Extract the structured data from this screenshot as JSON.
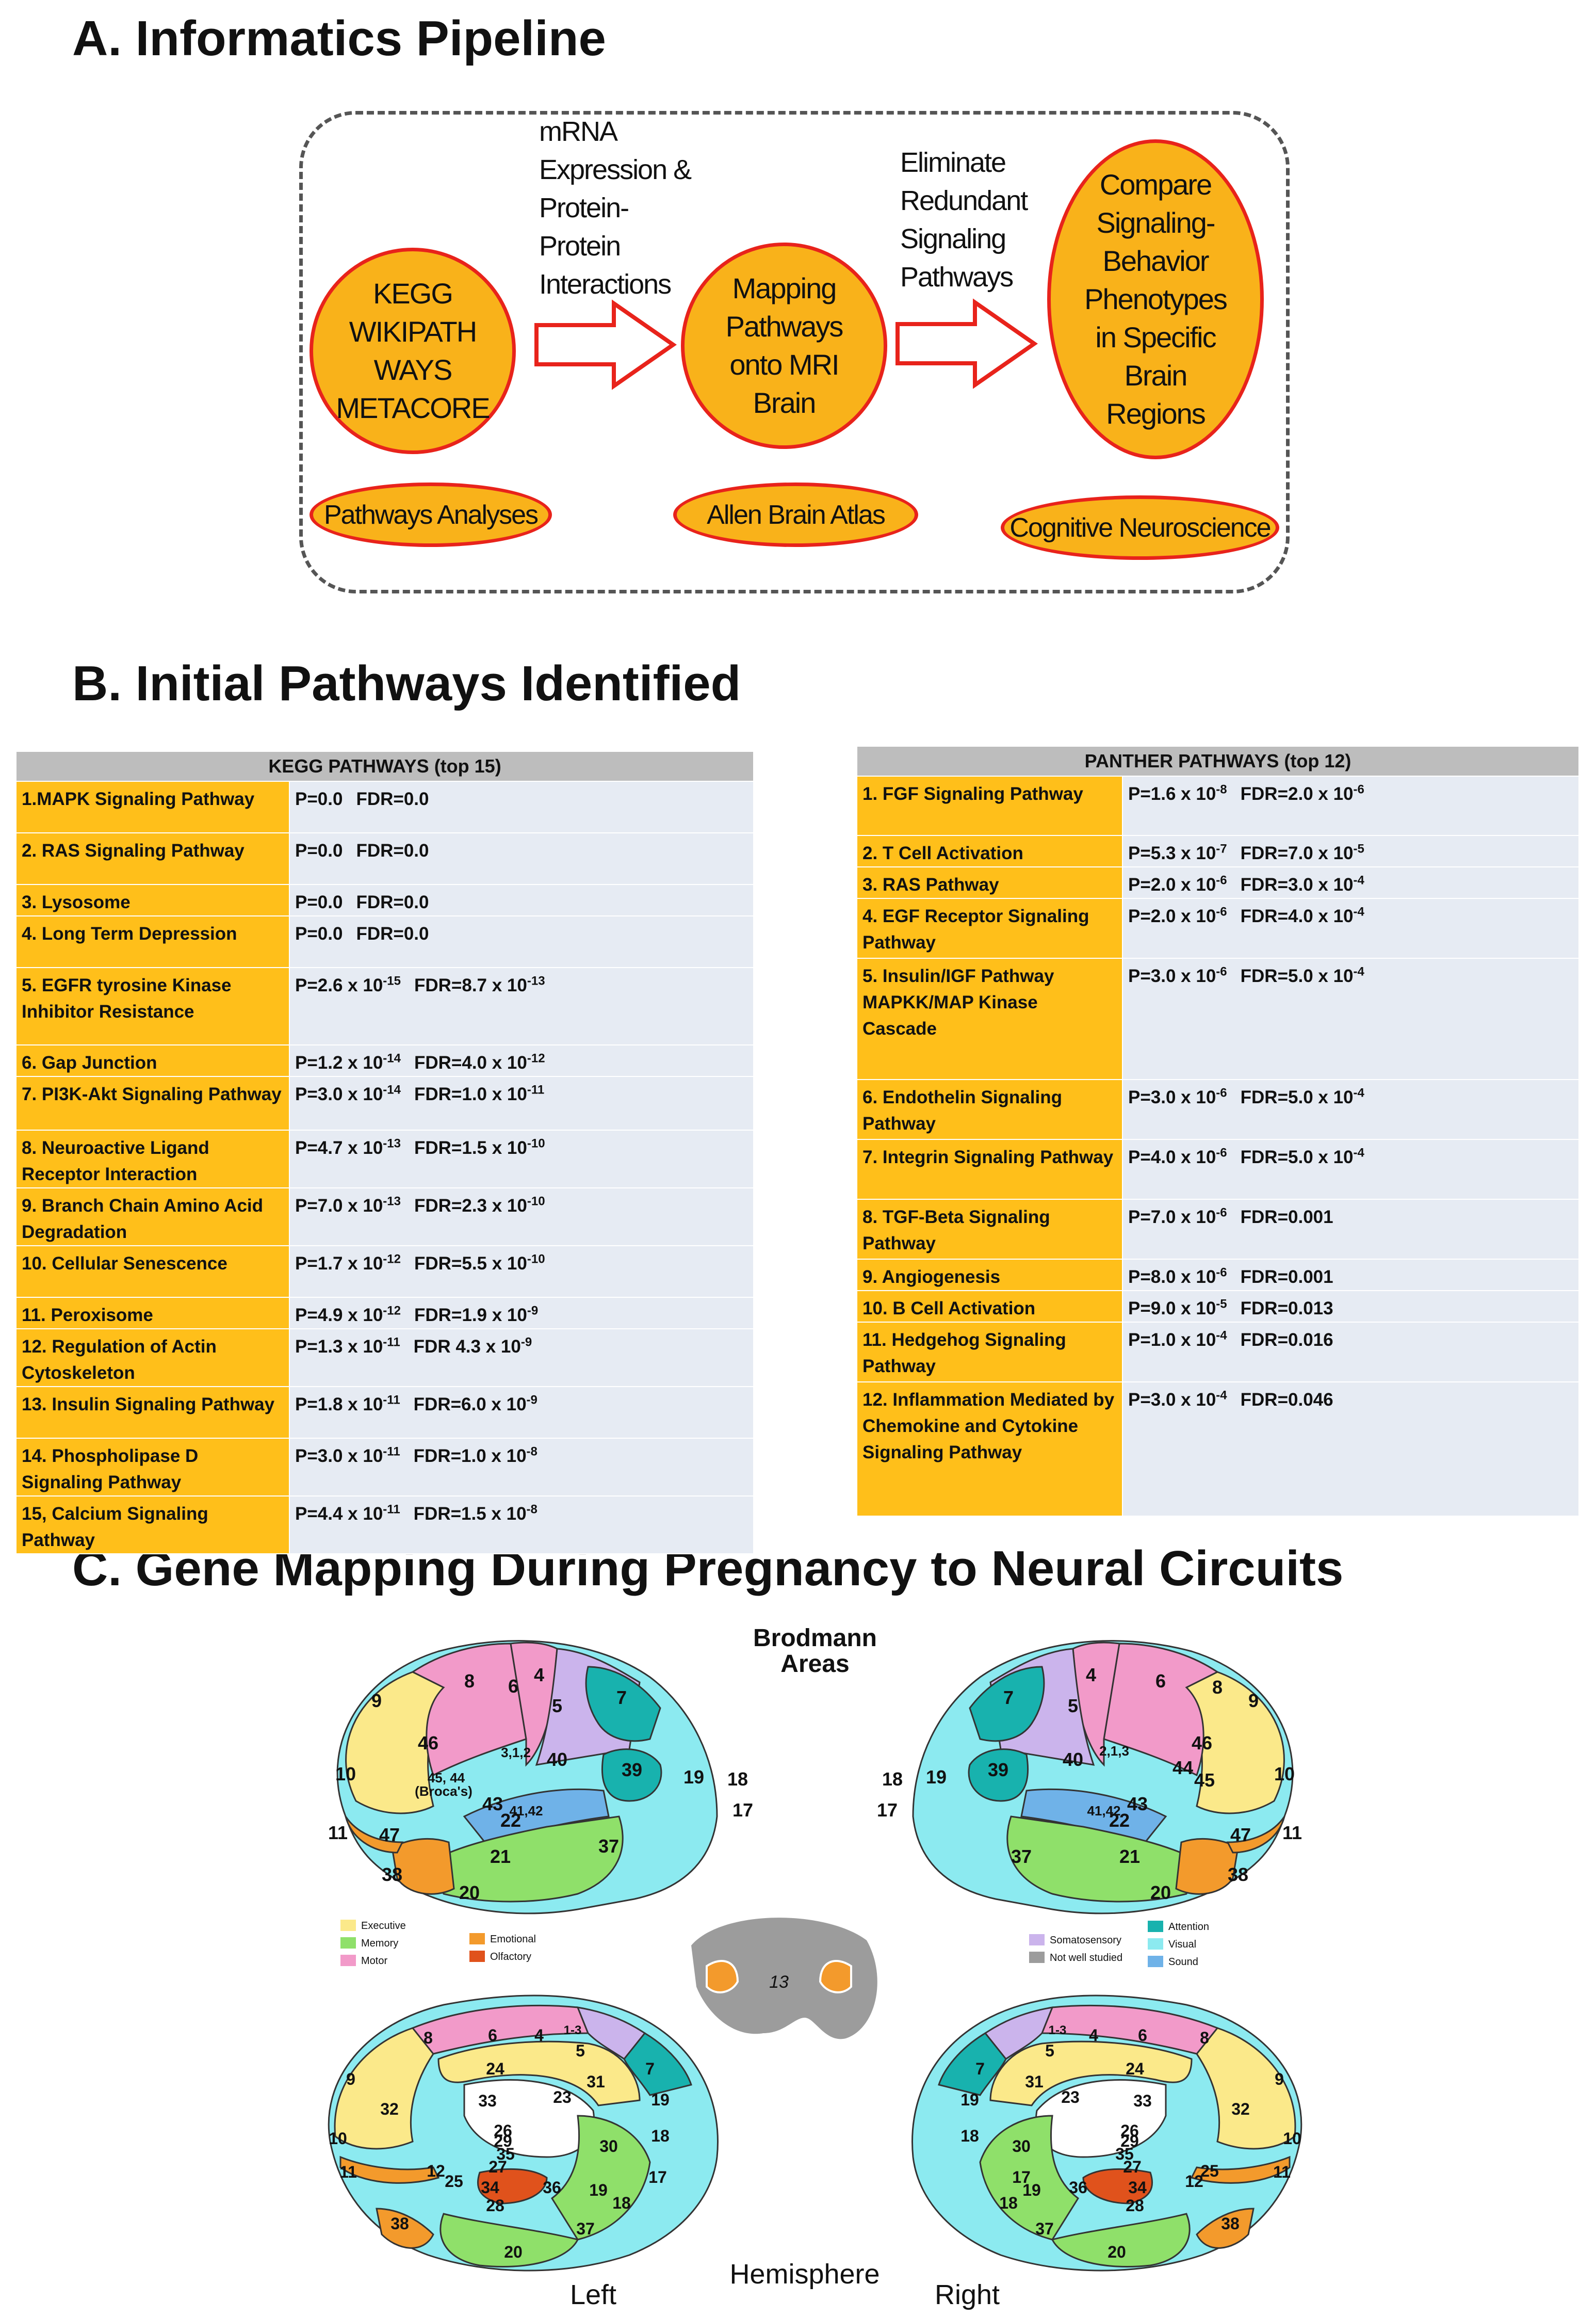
{
  "sections": {
    "a_title": "A. Informatics Pipeline",
    "b_title": "B. Initial Pathways Identified",
    "c_title": "C. Gene Mapping During Pregnancy to Neural Circuits"
  },
  "pipeline": {
    "node1": [
      "KEGG",
      "WIKIPATH",
      "WAYS",
      "METACORE"
    ],
    "arrow1": [
      "mRNA",
      "Expression &",
      "Protein-",
      "Protein",
      "Interactions"
    ],
    "node2": [
      "Mapping",
      "Pathways",
      "onto MRI",
      "Brain"
    ],
    "arrow2": [
      "Eliminate",
      "Redundant",
      "Signaling",
      "Pathways"
    ],
    "node3": [
      "Compare",
      "Signaling-",
      "Behavior",
      "Phenotypes",
      "in Specific",
      "Brain",
      "Regions"
    ],
    "labels": [
      "Pathways Analyses",
      "Allen Brain Atlas",
      "Cognitive Neuroscience"
    ],
    "colors": {
      "fill": "#f9b21a",
      "border": "#e8231b"
    }
  },
  "kegg": {
    "header": "KEGG PATHWAYS (top 15)",
    "rows": [
      {
        "name": "1.MAPK Signaling Pathway",
        "p": "P=0.0",
        "fdr": "FDR=0.0"
      },
      {
        "name": "2. RAS Signaling Pathway",
        "p": "P=0.0",
        "fdr": "FDR=0.0"
      },
      {
        "name": "3. Lysosome",
        "p": "P=0.0",
        "fdr": "FDR=0.0"
      },
      {
        "name": "4. Long Term Depression",
        "p": "P=0.0",
        "fdr": "FDR=0.0"
      },
      {
        "name": "5. EGFR tyrosine Kinase Inhibitor Resistance",
        "p": "P=2.6 x 10",
        "pe": "-15",
        "fdr": "FDR=8.7 x 10",
        "fe": "-13"
      },
      {
        "name": "6. Gap Junction",
        "p": "P=1.2 x 10",
        "pe": "-14",
        "fdr": "FDR=4.0 x 10",
        "fe": "-12"
      },
      {
        "name": "7. PI3K-Akt Signaling Pathway",
        "p": "P=3.0 x 10",
        "pe": "-14",
        "fdr": "FDR=1.0 x 10",
        "fe": "-11"
      },
      {
        "name": "8. Neuroactive Ligand Receptor Interaction",
        "p": "P=4.7 x 10",
        "pe": "-13",
        "fdr": "FDR=1.5 x 10",
        "fe": "-10"
      },
      {
        "name": "9. Branch Chain Amino Acid Degradation",
        "p": "P=7.0 x 10",
        "pe": "-13",
        "fdr": "FDR=2.3 x 10",
        "fe": "-10"
      },
      {
        "name": "10. Cellular Senescence",
        "p": "P=1.7 x 10",
        "pe": "-12",
        "fdr": "FDR=5.5 x 10",
        "fe": "-10"
      },
      {
        "name": "11. Peroxisome",
        "p": "P=4.9 x 10",
        "pe": "-12",
        "fdr": "FDR=1.9 x 10",
        "fe": "-9"
      },
      {
        "name": "12. Regulation of Actin Cytoskeleton",
        "p": "P=1.3 x 10",
        "pe": "-11",
        "fdr": "FDR 4.3 x 10",
        "fe": "-9"
      },
      {
        "name": "13. Insulin Signaling Pathway",
        "p": "P=1.8 x 10",
        "pe": "-11",
        "fdr": "FDR=6.0 x 10",
        "fe": "-9"
      },
      {
        "name": "14. Phospholipase D Signaling Pathway",
        "p": "P=3.0 x 10",
        "pe": "-11",
        "fdr": "FDR=1.0 x 10",
        "fe": "-8"
      },
      {
        "name": "15, Calcium Signaling Pathway",
        "p": "P=4.4 x 10",
        "pe": "-11",
        "fdr": "FDR=1.5 x 10",
        "fe": "-8"
      }
    ]
  },
  "panther": {
    "header": "PANTHER PATHWAYS (top 12)",
    "rows": [
      {
        "name": "1. FGF Signaling Pathway",
        "p": "P=1.6 x 10",
        "pe": "-8",
        "fdr": "FDR=2.0 x 10",
        "fe": "-6"
      },
      {
        "name": "2. T Cell Activation",
        "p": "P=5.3 x 10",
        "pe": "-7",
        "fdr": "FDR=7.0 x 10",
        "fe": "-5"
      },
      {
        "name": "3. RAS Pathway",
        "p": "P=2.0 x 10",
        "pe": "-6",
        "fdr": "FDR=3.0 x 10",
        "fe": "-4"
      },
      {
        "name": "4. EGF Receptor Signaling Pathway",
        "p": "P=2.0 x 10",
        "pe": "-6",
        "fdr": "FDR=4.0 x 10",
        "fe": "-4"
      },
      {
        "name": "5. Insulin/IGF Pathway MAPKK/MAP Kinase Cascade",
        "p": "P=3.0 x 10",
        "pe": "-6",
        "fdr": "FDR=5.0 x 10",
        "fe": "-4"
      },
      {
        "name": "6. Endothelin Signaling Pathway",
        "p": "P=3.0 x 10",
        "pe": "-6",
        "fdr": "FDR=5.0 x 10",
        "fe": "-4"
      },
      {
        "name": "7. Integrin Signaling Pathway",
        "p": "P=4.0 x 10",
        "pe": "-6",
        "fdr": "FDR=5.0 x 10",
        "fe": "-4"
      },
      {
        "name": "8. TGF-Beta Signaling Pathway",
        "p": "P=7.0 x 10",
        "pe": "-6",
        "fdr": "FDR=0.001"
      },
      {
        "name": "9. Angiogenesis",
        "p": "P=8.0 x 10",
        "pe": "-6",
        "fdr": "FDR=0.001"
      },
      {
        "name": "10. B Cell Activation",
        "p": "P=9.0 x 10",
        "pe": "-5",
        "fdr": "FDR=0.013"
      },
      {
        "name": "11. Hedgehog Signaling Pathway",
        "p": "P=1.0 x 10",
        "pe": "-4",
        "fdr": "FDR=0.016"
      },
      {
        "name": "12. Inflammation Mediated by Chemokine and Cytokine Signaling Pathway",
        "p": "P=3.0 x 10",
        "pe": "-4",
        "fdr": "FDR=0.046"
      }
    ]
  },
  "brain": {
    "title": [
      "Brodmann",
      "Areas"
    ],
    "bottom": {
      "left": "Left",
      "middle": "Hemisphere",
      "right": "Right"
    },
    "legend_left": [
      {
        "label": "Executive",
        "color": "#fbe98a"
      },
      {
        "label": "Memory",
        "color": "#8fe06a"
      },
      {
        "label": "Motor",
        "color": "#f29ac9"
      },
      {
        "label": "Emotional",
        "color": "#f39a2c"
      },
      {
        "label": "Olfactory",
        "color": "#e0521c"
      }
    ],
    "legend_right": [
      {
        "label": "Somatosensory",
        "color": "#cbb4ec"
      },
      {
        "label": "Not well studied",
        "color": "#9c9c9c"
      },
      {
        "label": "Attention",
        "color": "#18b2ae"
      },
      {
        "label": "Visual",
        "color": "#8ceaf0"
      },
      {
        "label": "Sound",
        "color": "#6fb2e8"
      }
    ],
    "colors": {
      "executive": "#fbe98a",
      "memory": "#8fe06a",
      "motor": "#f29ac9",
      "emotional": "#f39a2c",
      "olfactory": "#e0521c",
      "somato": "#cbb4ec",
      "grey": "#9c9c9c",
      "attention": "#18b2ae",
      "visual": "#8ceaf0",
      "sound": "#6fb2e8"
    },
    "areas": {
      "lat_left": [
        "4",
        "8",
        "6",
        "5",
        "7",
        "9",
        "46",
        "3,1,2",
        "40",
        "39",
        "10",
        "45, 44",
        "(Broca's)",
        "43",
        "41,42",
        "22",
        "19",
        "18",
        "17",
        "11",
        "47",
        "21",
        "37",
        "38",
        "20"
      ],
      "lat_right": [
        "4",
        "6",
        "8",
        "5",
        "7",
        "9",
        "2,1,3",
        "46",
        "40",
        "39",
        "44",
        "45",
        "10",
        "19",
        "18",
        "17",
        "43",
        "41,42",
        "22",
        "47",
        "11",
        "37",
        "21",
        "38",
        "20"
      ],
      "central": "13",
      "med_left": [
        "6",
        "4",
        "8",
        "1-3",
        "5",
        "7",
        "9",
        "24",
        "31",
        "32",
        "33",
        "23",
        "19",
        "10",
        "26",
        "29",
        "30",
        "18",
        "35",
        "27",
        "11",
        "12",
        "25",
        "17",
        "34",
        "36",
        "19",
        "18",
        "28",
        "38",
        "37",
        "20"
      ],
      "med_right": [
        "4",
        "6",
        "1-3",
        "8",
        "5",
        "7",
        "9",
        "24",
        "31",
        "23",
        "33",
        "32",
        "19",
        "10",
        "18",
        "26",
        "29",
        "30",
        "17",
        "35",
        "27",
        "36",
        "34",
        "12",
        "11",
        "25",
        "19",
        "18",
        "28",
        "37",
        "38",
        "20"
      ]
    }
  }
}
